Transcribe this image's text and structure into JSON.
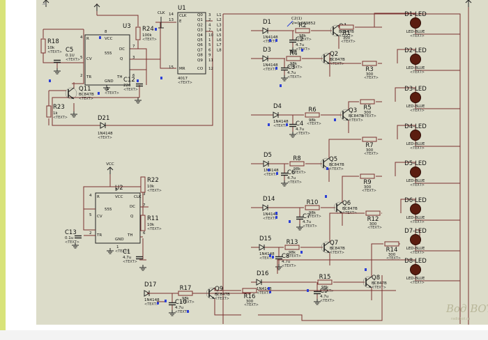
{
  "colors": {
    "sheet": "#dcdcc9",
    "wire": "#7a2f2f",
    "led": "#5b1d10",
    "probe": "#2c3fd6",
    "accent_bar": "#d8e37a"
  },
  "vcc_label": "VCC",
  "placeholder": "<TEXT>",
  "probe": {
    "name": "C2(1)",
    "value": "V=0.689852"
  },
  "watermark": {
    "brand": "Вод ВОТ",
    "site": "radiokot.ru"
  },
  "chips": {
    "u1": {
      "name": "U1",
      "part": "4017",
      "pins_left": [
        "CLK",
        "E",
        "MR"
      ],
      "pins_right": [
        "Q0",
        "Q1",
        "Q2",
        "Q3",
        "Q4",
        "Q5",
        "Q6",
        "Q7",
        "Q8",
        "Q9",
        "CO"
      ],
      "num_left": [
        "14",
        "13",
        "15"
      ],
      "num_right": [
        "3",
        "2",
        "4",
        "7",
        "10",
        "1",
        "5",
        "6",
        "9",
        "11",
        "12"
      ]
    },
    "u3": {
      "name": "U3",
      "part": "555",
      "pins": [
        "R",
        "VCC",
        "DC",
        "CV",
        "Q",
        "TR",
        "TH",
        "GND"
      ],
      "nums": [
        "4",
        "8",
        "7",
        "5",
        "3",
        "2",
        "6",
        "1"
      ]
    },
    "u2": {
      "name": "U2",
      "part": "555",
      "pins": [
        "R",
        "VCC",
        "DC",
        "CV",
        "Q",
        "TR",
        "TH",
        "GND"
      ],
      "nums": [
        "4",
        "8",
        "7",
        "5",
        "3",
        "2",
        "6",
        "1"
      ]
    }
  },
  "outputs": [
    "L1",
    "L2",
    "L3",
    "L4",
    "L5",
    "L6",
    "L7",
    "L8"
  ],
  "clk_label": "CLK",
  "resistors": [
    {
      "name": "R18",
      "value": "10k"
    },
    {
      "name": "R24",
      "value": "100k"
    },
    {
      "name": "R23",
      "value": "1k"
    },
    {
      "name": "R22",
      "value": "10k"
    },
    {
      "name": "R11",
      "value": "10k"
    },
    {
      "name": "R1",
      "value": "300"
    },
    {
      "name": "R2",
      "value": "98k"
    },
    {
      "name": "R3",
      "value": "300"
    },
    {
      "name": "R4",
      "value": "98k"
    },
    {
      "name": "R5",
      "value": "300"
    },
    {
      "name": "R6",
      "value": "98k"
    },
    {
      "name": "R7",
      "value": "300"
    },
    {
      "name": "R8",
      "value": "98k"
    },
    {
      "name": "R9",
      "value": "300"
    },
    {
      "name": "R10",
      "value": "98k"
    },
    {
      "name": "R12",
      "value": "300"
    },
    {
      "name": "R13",
      "value": "98k"
    },
    {
      "name": "R14",
      "value": "300"
    },
    {
      "name": "R15",
      "value": "98k"
    },
    {
      "name": "R16",
      "value": "300"
    },
    {
      "name": "R17",
      "value": "98k"
    }
  ],
  "capacitors": [
    {
      "name": "C5",
      "value": "0.1U"
    },
    {
      "name": "C12",
      "value": "22u"
    },
    {
      "name": "C13",
      "value": "0.1u"
    },
    {
      "name": "C1",
      "value": "4.7u"
    },
    {
      "name": "C2",
      "value": "4.7u"
    },
    {
      "name": "C3",
      "value": "4.7u"
    },
    {
      "name": "C4",
      "value": "4.7u"
    },
    {
      "name": "C6",
      "value": "4.7u"
    },
    {
      "name": "C7",
      "value": "4.7u"
    },
    {
      "name": "C8",
      "value": "4.7u"
    },
    {
      "name": "C9",
      "value": "4.7u"
    },
    {
      "name": "C10",
      "value": "4.7u"
    }
  ],
  "diodes": [
    {
      "name": "D1",
      "part": "1N4148"
    },
    {
      "name": "D3",
      "part": "1N4148"
    },
    {
      "name": "D4",
      "part": "1N4148"
    },
    {
      "name": "D5",
      "part": "1N4148"
    },
    {
      "name": "D14",
      "part": "1N4148"
    },
    {
      "name": "D15",
      "part": "1N4148"
    },
    {
      "name": "D16",
      "part": "1N4148"
    },
    {
      "name": "D17",
      "part": "1N4148"
    },
    {
      "name": "D21",
      "part": "1N4148"
    }
  ],
  "transistors": [
    {
      "name": "Q1",
      "part": "BC847B"
    },
    {
      "name": "Q2",
      "part": "BC847B"
    },
    {
      "name": "Q3",
      "part": "BC847B"
    },
    {
      "name": "Q5",
      "part": "BC847B"
    },
    {
      "name": "Q6",
      "part": "BC847B"
    },
    {
      "name": "Q7",
      "part": "BC847B"
    },
    {
      "name": "Q8",
      "part": "BC847B"
    },
    {
      "name": "Q9",
      "part": "BC847B"
    },
    {
      "name": "Q11",
      "part": "BC847B"
    }
  ],
  "leds": [
    {
      "name": "D1-LED",
      "part": "LED-BLUE"
    },
    {
      "name": "D2-LED",
      "part": "LED-BLUE"
    },
    {
      "name": "D3-LED",
      "part": "LED-BLUE"
    },
    {
      "name": "D4-LED",
      "part": "LED-BLUE"
    },
    {
      "name": "D5-LED",
      "part": "LED-BLUE"
    },
    {
      "name": "D6-LED",
      "part": "LED-BLUE"
    },
    {
      "name": "D7-LED",
      "part": "LED-BLUE"
    },
    {
      "name": "D8-LED",
      "part": "LED-BLUE"
    }
  ]
}
